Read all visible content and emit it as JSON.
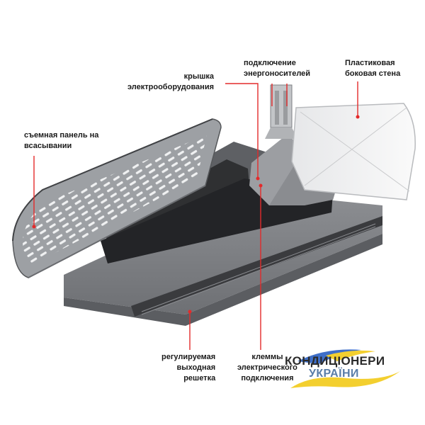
{
  "labels": {
    "panel": [
      "съемная панель на",
      "всасывании"
    ],
    "cover": [
      "крышка",
      "электрооборудования"
    ],
    "energy": [
      "подключение",
      "энергоносителей"
    ],
    "side": [
      "Пластиковая",
      "боковая стена"
    ],
    "grille": [
      "регулируемая",
      "выходная",
      "решетка"
    ],
    "terminals": [
      "клеммы",
      "электрического",
      "подключения"
    ]
  },
  "logo": {
    "line1": "КОНДИЦІОНЕРИ",
    "line2": "УКРАЇНИ",
    "flag_colors": [
      "#3f6fc8",
      "#f3cf2f"
    ]
  },
  "colors": {
    "leader": "#e32b2b",
    "unit_body": "#7d7f83",
    "unit_dark": "#2f3032",
    "panel_face": "#9da0a4",
    "side_wall": "#f1f2f3"
  }
}
